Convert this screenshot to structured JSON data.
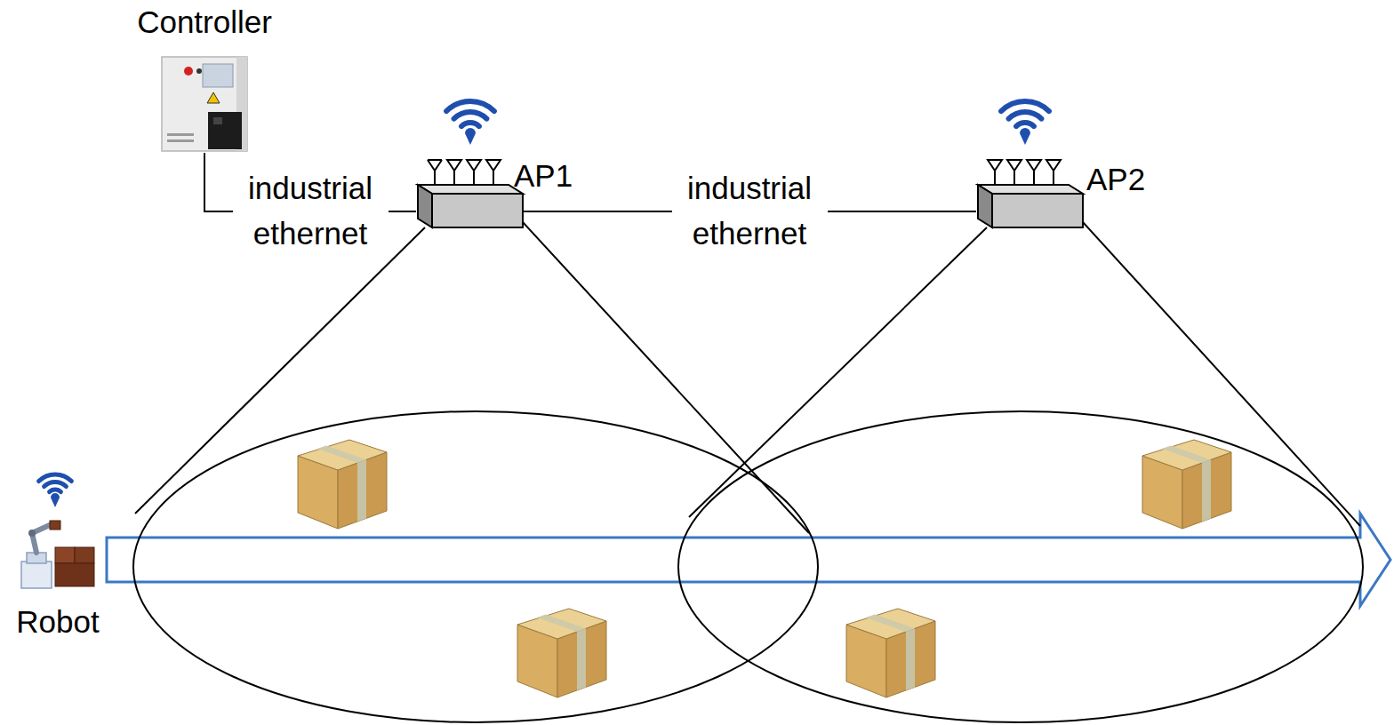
{
  "diagram": {
    "nodes": [
      {
        "text": [
          "Controller"
        ]
      },
      {
        "text": [
          "AP1"
        ]
      },
      {
        "text": [
          "AP2"
        ]
      },
      {
        "text": [
          "Robot"
        ]
      }
    ],
    "edges": [
      {
        "from": 0,
        "to": 1,
        "arrow": "none",
        "label": "industrial ethernet"
      },
      {
        "from": 1,
        "to": 2,
        "arrow": "none",
        "label": "industrial ethernet"
      }
    ]
  }
}
